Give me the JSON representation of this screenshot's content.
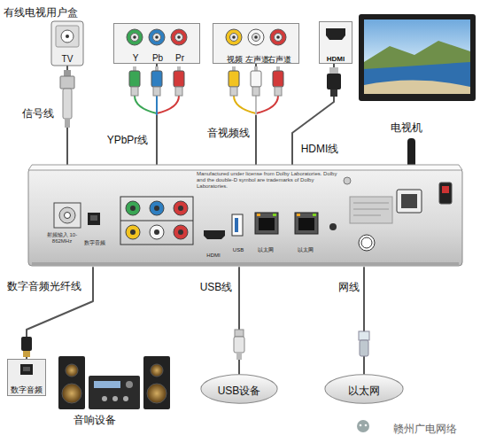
{
  "diagram": {
    "nodes": [
      {
        "text": [
          "有线电视用户盒",
          "TV"
        ]
      },
      {
        "text": [
          "Y",
          "Pb",
          "Pr"
        ]
      },
      {
        "text": [
          "视频",
          "左声道",
          "右声道"
        ]
      },
      {
        "text": [
          "HDMI"
        ]
      },
      {
        "text": [
          "电视机"
        ]
      },
      {
        "text": [
          "射频输入 10-862MHz",
          "数字音频",
          "Manufactured under license from Dolby Laboratories. Dolby and the double-D symbol are trademarks of Dolby Laboratories.",
          "HDMI",
          "USB",
          "以太网",
          "以太网"
        ]
      },
      {
        "text": [
          "数字音频"
        ]
      },
      {
        "text": [
          "音响设备"
        ]
      },
      {
        "text": [
          "USB设备"
        ]
      },
      {
        "text": [
          "以太网"
        ]
      }
    ],
    "edges": [
      {
        "from": 0,
        "to": 5,
        "label": "信号线",
        "arrow": "none"
      },
      {
        "from": 1,
        "to": 5,
        "label": "YPbPr线",
        "arrow": "none"
      },
      {
        "from": 2,
        "to": 5,
        "label": "音视频线",
        "arrow": "none"
      },
      {
        "from": 3,
        "to": 5,
        "label": "HDMI线",
        "arrow": "none"
      },
      {
        "from": 6,
        "to": 5,
        "label": "数字音频光纤线",
        "arrow": "none"
      },
      {
        "from": 8,
        "to": 5,
        "label": "USB线",
        "arrow": "none"
      },
      {
        "from": 9,
        "to": 5,
        "label": "网线",
        "arrow": "none"
      }
    ],
    "labels": [
      "赣州广电网络"
    ]
  }
}
